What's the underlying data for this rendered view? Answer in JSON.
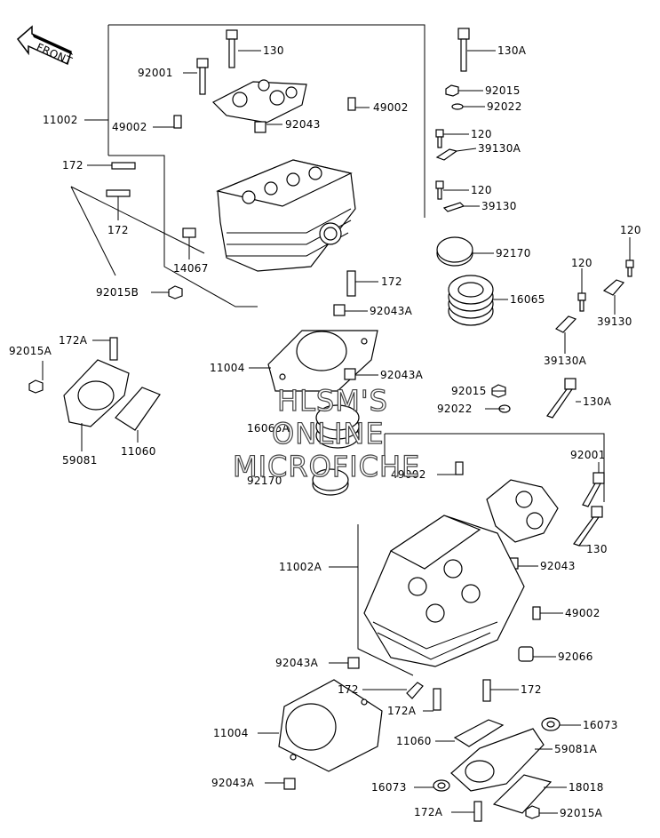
{
  "watermark": [
    "HLSM'S",
    "ONLINE",
    "MICROFICHE"
  ],
  "front_arrow_text": "FRONT",
  "callouts": [
    {
      "id": "c-130-top",
      "text": "130"
    },
    {
      "id": "c-92001-top",
      "text": "92001"
    },
    {
      "id": "c-11002",
      "text": "11002"
    },
    {
      "id": "c-49002-l",
      "text": "49002"
    },
    {
      "id": "c-92043-top",
      "text": "92043"
    },
    {
      "id": "c-49002-r",
      "text": "49002"
    },
    {
      "id": "c-172-top1",
      "text": "172"
    },
    {
      "id": "c-172-top2",
      "text": "172"
    },
    {
      "id": "c-14067",
      "text": "14067"
    },
    {
      "id": "c-172-mid",
      "text": "172"
    },
    {
      "id": "c-92015B",
      "text": "92015B"
    },
    {
      "id": "c-92043A-1",
      "text": "92043A"
    },
    {
      "id": "c-172A-l",
      "text": "172A"
    },
    {
      "id": "c-92015A-l",
      "text": "92015A"
    },
    {
      "id": "c-11004-top",
      "text": "11004"
    },
    {
      "id": "c-92043A-2",
      "text": "92043A"
    },
    {
      "id": "c-59081",
      "text": "59081"
    },
    {
      "id": "c-11060-l",
      "text": "11060"
    },
    {
      "id": "c-16065A",
      "text": "16065A"
    },
    {
      "id": "c-92170-b",
      "text": "92170"
    },
    {
      "id": "c-130A-top",
      "text": "130A"
    },
    {
      "id": "c-92015-top",
      "text": "92015"
    },
    {
      "id": "c-92022-top",
      "text": "92022"
    },
    {
      "id": "c-120-1",
      "text": "120"
    },
    {
      "id": "c-39130A-1",
      "text": "39130A"
    },
    {
      "id": "c-120-2",
      "text": "120"
    },
    {
      "id": "c-39130-1",
      "text": "39130"
    },
    {
      "id": "c-92170-a",
      "text": "92170"
    },
    {
      "id": "c-16065",
      "text": "16065"
    },
    {
      "id": "c-120-3",
      "text": "120"
    },
    {
      "id": "c-120-4",
      "text": "120"
    },
    {
      "id": "c-39130-2",
      "text": "39130"
    },
    {
      "id": "c-39130A-2",
      "text": "39130A"
    },
    {
      "id": "c-92015-mid",
      "text": "92015"
    },
    {
      "id": "c-92022-mid",
      "text": "92022"
    },
    {
      "id": "c-130A-mid",
      "text": "130A"
    },
    {
      "id": "c-49002-mid",
      "text": "49002"
    },
    {
      "id": "c-92001-mid",
      "text": "92001"
    },
    {
      "id": "c-130-mid",
      "text": "130"
    },
    {
      "id": "c-11002A",
      "text": "11002A"
    },
    {
      "id": "c-92043-mid",
      "text": "92043"
    },
    {
      "id": "c-49002-low",
      "text": "49002"
    },
    {
      "id": "c-92066",
      "text": "92066"
    },
    {
      "id": "c-92043A-3",
      "text": "92043A"
    },
    {
      "id": "c-172-low-l",
      "text": "172"
    },
    {
      "id": "c-172-low-r",
      "text": "172"
    },
    {
      "id": "c-172A-mid",
      "text": "172A"
    },
    {
      "id": "c-11004-low",
      "text": "11004"
    },
    {
      "id": "c-11060-low",
      "text": "11060"
    },
    {
      "id": "c-16073-r",
      "text": "16073"
    },
    {
      "id": "c-59081A",
      "text": "59081A"
    },
    {
      "id": "c-92043A-4",
      "text": "92043A"
    },
    {
      "id": "c-16073-l",
      "text": "16073"
    },
    {
      "id": "c-18018",
      "text": "18018"
    },
    {
      "id": "c-172A-low",
      "text": "172A"
    },
    {
      "id": "c-92015A-low",
      "text": "92015A"
    }
  ]
}
